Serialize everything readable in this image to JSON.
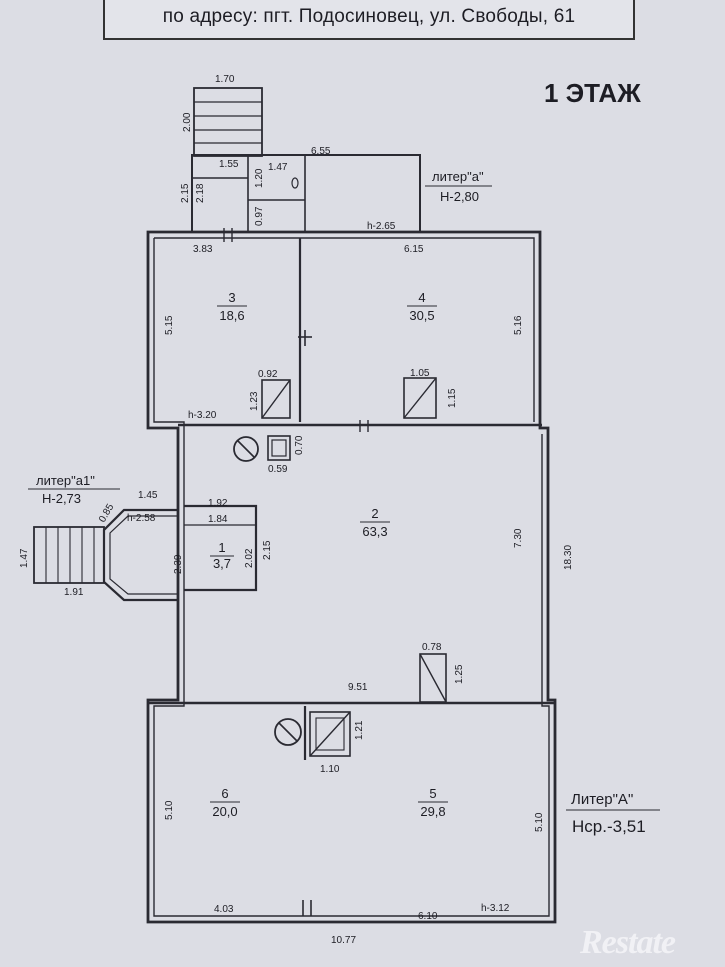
{
  "header": {
    "address_line": "по адресу: пгт. Подосиновец, ул. Свободы, 61",
    "floor_title": "1 ЭТАЖ"
  },
  "rooms": [
    {
      "number": "1",
      "area": "3,7"
    },
    {
      "number": "2",
      "area": "63,3"
    },
    {
      "number": "3",
      "area": "18,6"
    },
    {
      "number": "4",
      "area": "30,5"
    },
    {
      "number": "5",
      "area": "29,8"
    },
    {
      "number": "6",
      "area": "20,0"
    }
  ],
  "liters": {
    "a": {
      "name": "литер\"а\"",
      "height": "Н-2,80"
    },
    "a1": {
      "name": "литер\"а1\"",
      "height": "Н-2,73"
    },
    "A": {
      "name": "Литер\"А\"",
      "height": "Нср.-3,51"
    }
  },
  "heights": {
    "porch_a": "h-2.65",
    "room3": "h-3.20",
    "porch_a1": "h-2.58",
    "room5": "h-3.12"
  },
  "dimensions": {
    "stair_top_w": "1.70",
    "stair_top_l": "2.00",
    "porch_total_w": "6.55",
    "porch_l1": "2.15",
    "porch_l2": "2.18",
    "vest_w": "1.55",
    "vest_h": "1.20",
    "wc_w": "1.47",
    "wc_h": "0.97",
    "room3_w": "3.83",
    "room4_w": "6.15",
    "room3_h": "5.15",
    "room4_h": "5.16",
    "stove3_w": "0.92",
    "stove3_h": "1.23",
    "stove4_w": "1.05",
    "stove4_h": "1.15",
    "chimney_w": "0.59",
    "chimney_h": "0.70",
    "porch_a1_w": "1.45",
    "porch_a1_d": "0.85",
    "steps_l": "1.47",
    "steps_w": "1.91",
    "room1_w1": "1.92",
    "room1_w2": "1.84",
    "room1_h1": "2.39",
    "room1_h2": "2.02",
    "room1_h3": "2.15",
    "room2_h": "7.30",
    "total_h": "18.30",
    "stove2_w": "0.78",
    "stove2_h": "1.25",
    "room2_w": "9.51",
    "stove5_h": "1.21",
    "stove5_w": "1.10",
    "room6_h": "5.10",
    "room5_h": "5.10",
    "room6_w": "4.03",
    "room5_w": "6.10",
    "total_w": "10.77"
  },
  "watermark": "Restate"
}
